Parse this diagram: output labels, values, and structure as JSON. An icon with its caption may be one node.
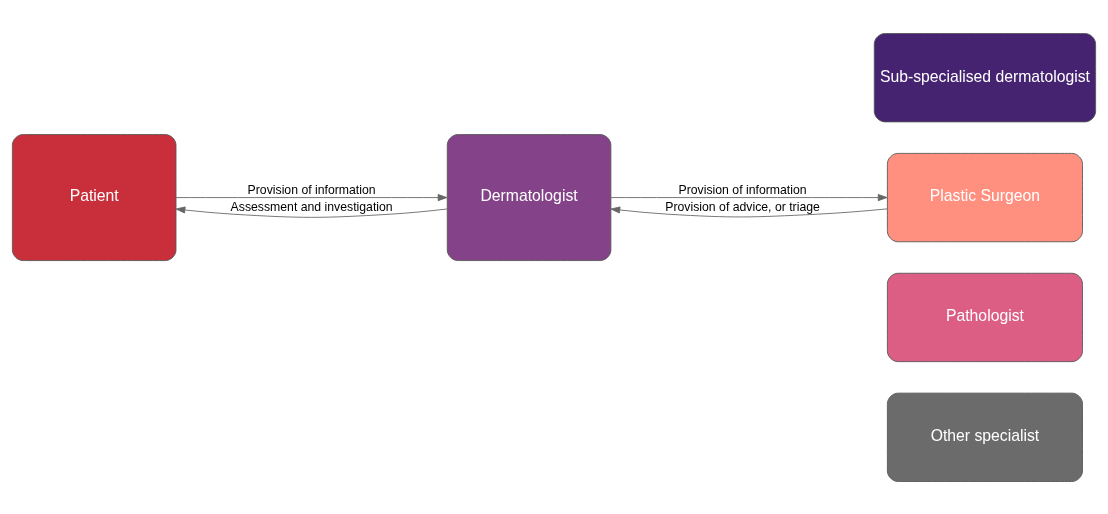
{
  "diagram": {
    "nodes": [
      {
        "text": [
          "Patient"
        ]
      },
      {
        "text": [
          "Dermatologist"
        ]
      },
      {
        "text": [
          "Sub-specialised dermatologist"
        ]
      },
      {
        "text": [
          "Plastic Surgeon"
        ]
      },
      {
        "text": [
          "Pathologist"
        ]
      },
      {
        "text": [
          "Other specialist"
        ]
      }
    ],
    "edges": [
      {
        "from": 0,
        "to": 1,
        "arrow": "to",
        "label": "Provision of information"
      },
      {
        "from": 1,
        "to": 0,
        "arrow": "to",
        "label": "Assessment and investigation"
      },
      {
        "from": 1,
        "to": 3,
        "arrow": "to",
        "label": "Provision of information"
      },
      {
        "from": 3,
        "to": 1,
        "arrow": "to",
        "label": "Provision of advice, or triage"
      }
    ]
  }
}
